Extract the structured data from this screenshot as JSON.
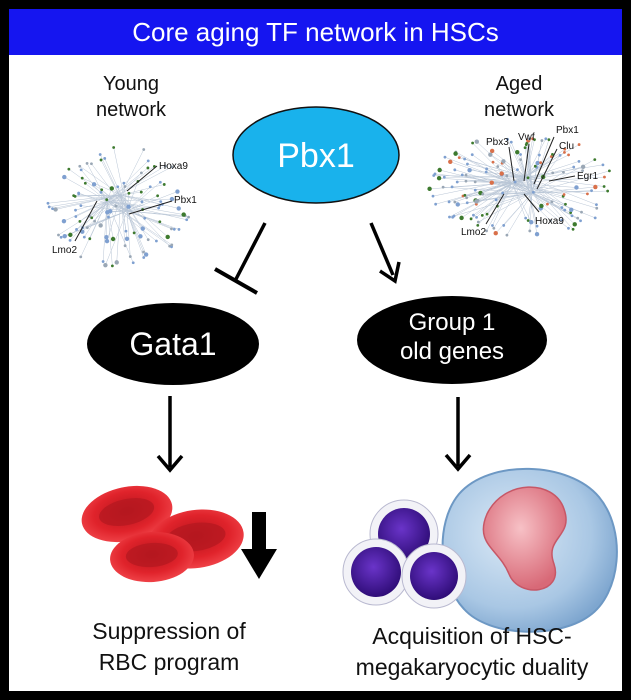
{
  "title": "Core aging TF network in HSCs",
  "young_network": {
    "label_line1": "Young",
    "label_line2": "network",
    "genes": [
      "Hoxa9",
      "Pbx1",
      "Lmo2"
    ]
  },
  "aged_network": {
    "label_line1": "Aged",
    "label_line2": "network",
    "genes": [
      "Pbx3",
      "Vwf",
      "Pbx1",
      "Clu",
      "Egr1",
      "Hoxa9",
      "Lmo2"
    ]
  },
  "nodes": {
    "pbx1": "Pbx1",
    "gata1": "Gata1",
    "group1_line1": "Group 1",
    "group1_line2": "old genes"
  },
  "outcomes": {
    "left_line1": "Suppression of",
    "left_line2": "RBC program",
    "right_line1": "Acquisition of HSC-",
    "right_line2": "megakaryocytic duality"
  },
  "colors": {
    "title_bg": "#1515f0",
    "pbx1_fill": "#19b2ec",
    "node_fill": "#000000",
    "rbc": "#e0232b",
    "cell_purple": "#4b1aa6",
    "hsc_body": "#a9c7e4",
    "nucleus": "#e58b95"
  }
}
